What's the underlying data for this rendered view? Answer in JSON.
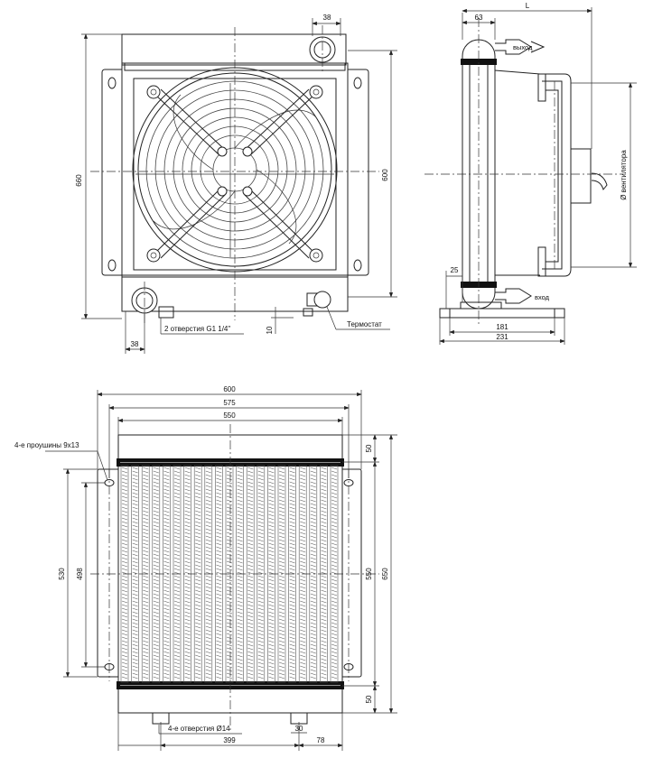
{
  "front_view": {
    "dim_top_38": "38",
    "dim_height_660": "660",
    "dim_height_600": "600",
    "dim_bottom_38": "38",
    "dim_10": "10",
    "label_outlets": "2 отверстия G1 1/4\"",
    "label_thermostat": "Термостат"
  },
  "side_view": {
    "dim_63": "63",
    "dim_L": "L",
    "label_outlet": "выход",
    "label_inlet": "вход",
    "label_fan_diameter": "Ø вентилятора",
    "dim_25": "25",
    "dim_181": "181",
    "dim_231": "231"
  },
  "core_view": {
    "dim_600": "600",
    "dim_575": "575",
    "dim_550_top": "550",
    "label_lugs": "4-е проушины 9x13",
    "dim_530": "530",
    "dim_498": "498",
    "dim_50_top": "50",
    "dim_550_right": "550",
    "dim_650": "650",
    "dim_50_bottom": "50",
    "label_holes": "4-е отверстия  Ø14",
    "dim_30": "30",
    "dim_399": "399",
    "dim_78": "78"
  }
}
